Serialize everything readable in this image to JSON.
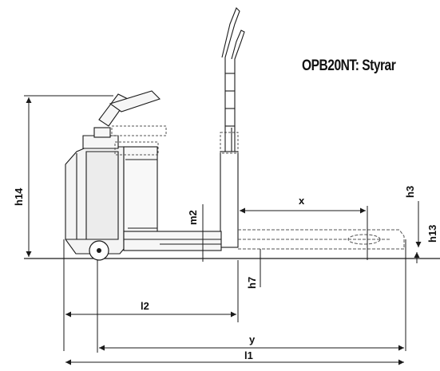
{
  "title": "OPB20NT: Styrar",
  "labels": {
    "h14": "h14",
    "m2": "m2",
    "x": "x",
    "h3": "h3",
    "h13": "h13",
    "l2": "l2",
    "h7": "h7",
    "y": "y",
    "l1": "l1"
  },
  "colors": {
    "line": "#1a1a1a",
    "dashed": "#555555",
    "fill": "#f2f2f2"
  }
}
